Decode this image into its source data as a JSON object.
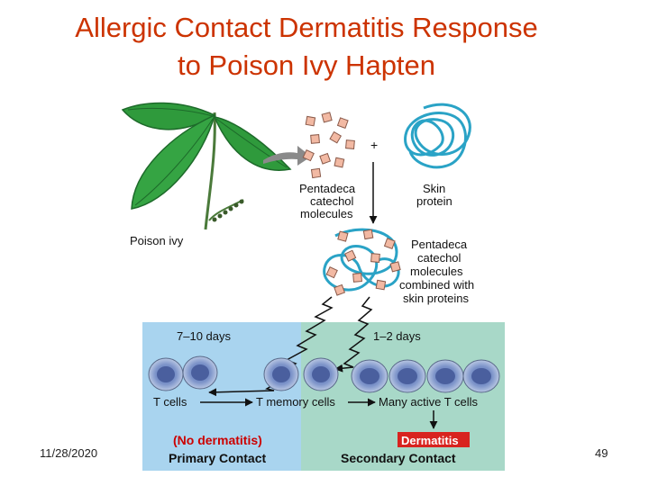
{
  "title_line1": "Allergic Contact Dermatitis Response",
  "title_line2": "to Poison Ivy Hapten",
  "diagram": {
    "poison_ivy_label": "Poison ivy",
    "plus_sign": "+",
    "molecules_label_1": "Pentadeca",
    "molecules_label_2": "catechol",
    "molecules_label_3": "molecules",
    "skin_label_1": "Skin",
    "skin_label_2": "protein",
    "combined_label_1": "Pentadeca",
    "combined_label_2": "catechol",
    "combined_label_3": "molecules",
    "combined_label_4": "combined with",
    "combined_label_5": "skin proteins",
    "days_primary": "7–10 days",
    "days_secondary": "1–2 days",
    "t_cells": "T cells",
    "t_memory": "T memory cells",
    "many_active": "Many active T cells",
    "no_dermatitis": "(No dermatitis)",
    "dermatitis": "Dermatitis",
    "primary_contact": "Primary Contact",
    "secondary_contact": "Secondary Contact"
  },
  "colors": {
    "title": "#cc3300",
    "primary_panel": "#a9d4ef",
    "secondary_panel": "#a8d8c8",
    "leaf": "#2f9a3c",
    "hapten": "#f2b9a3",
    "protein": "#2aa3c6",
    "dermatitis_badge": "#d8231f"
  },
  "footer": {
    "date": "11/28/2020",
    "page": "49"
  }
}
